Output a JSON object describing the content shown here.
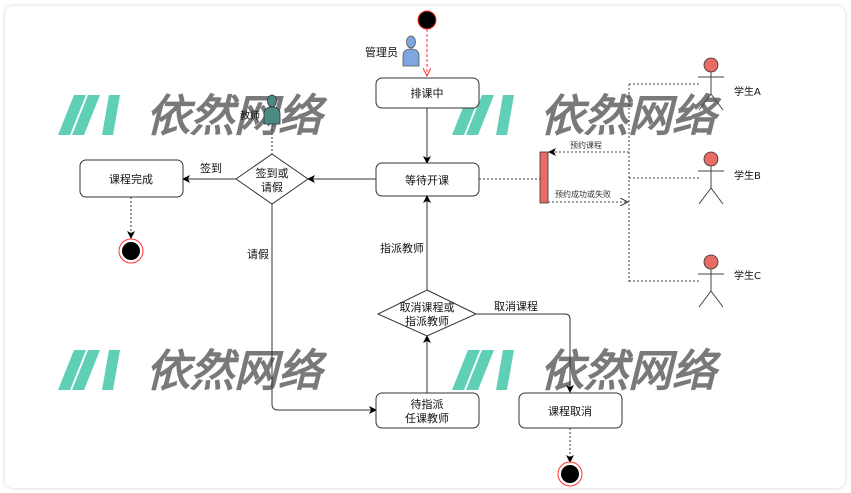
{
  "diagram": {
    "type": "uml-activity",
    "actors": {
      "admin": "管理员",
      "teacher": "教师",
      "students": [
        "学生A",
        "学生B",
        "学生C"
      ]
    },
    "nodes": {
      "scheduling": "排课中",
      "waiting": "等待开课",
      "completed": "课程完成",
      "pending_assign_line1": "待指派",
      "pending_assign_line2": "任课教师",
      "cancelled": "课程取消"
    },
    "decisions": {
      "checkin_or_leave_line1": "签到或",
      "checkin_or_leave_line2": "请假",
      "cancel_or_assign_line1": "取消课程或",
      "cancel_or_assign_line2": "指派教师"
    },
    "edges": {
      "checkin": "签到",
      "leave": "请假",
      "assign_teacher": "指派教师",
      "cancel_course": "取消课程",
      "book_course": "预约课程",
      "booking_result": "预约成功或失败"
    },
    "watermark": "依然网络",
    "colors": {
      "watermark_logo": "#5fcfb6",
      "watermark_text": "#6b6b6b",
      "actor_head": "#ea6b66",
      "sync_bar": "#ea6b66",
      "admin_figure": "#7ea6e0",
      "teacher_figure": "#4a8a82",
      "start_dot": "#000000",
      "red_dashed": "#ff3333"
    }
  }
}
